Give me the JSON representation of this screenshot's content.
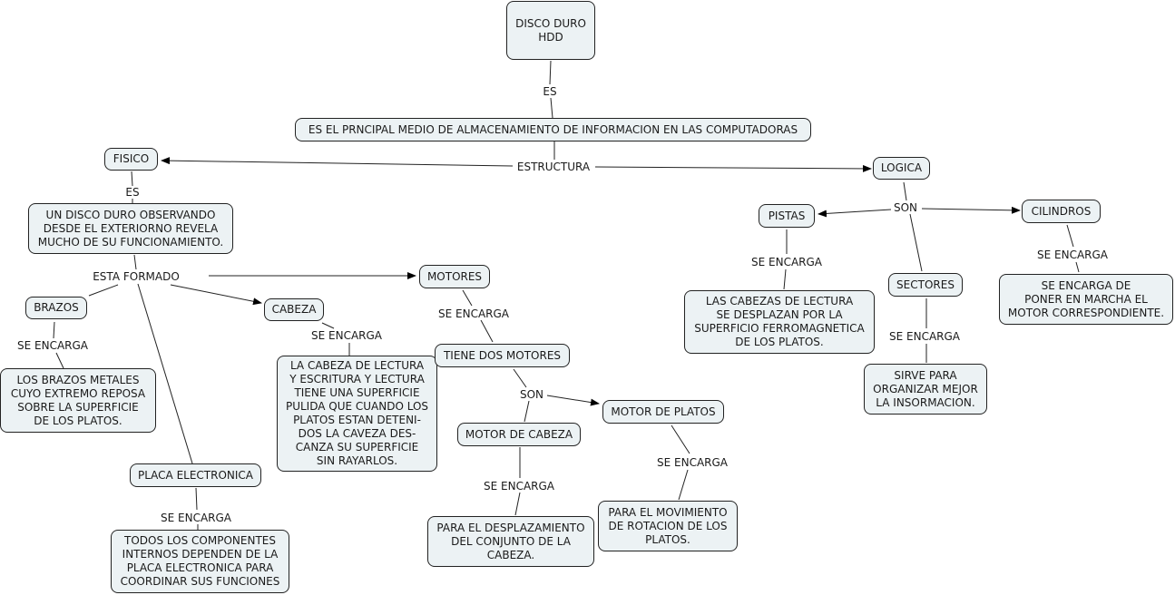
{
  "concepts": {
    "hdd": "DISCO DURO\nHDD",
    "def": "ES EL PRNCIPAL MEDIO DE ALMACENAMIENTO DE INFORMACION EN LAS COMPUTADORAS",
    "fisico": "FISICO",
    "logica": "LOGICA",
    "exterior": "UN DISCO DURO OBSERVANDO\nDESDE EL EXTERIORNO REVELA\nMUCHO DE SU FUNCIONAMIENTO.",
    "brazos": "BRAZOS",
    "brazos_desc": "LOS BRAZOS METALES\nCUYO EXTREMO REPOSA\nSOBRE LA SUPERFICIE\nDE LOS PLATOS.",
    "cabeza": "CABEZA",
    "cabeza_desc": "LA CABEZA DE LECTURA\nY ESCRITURA Y LECTURA\nTIENE UNA SUPERFICIE\nPULIDA QUE CUANDO LOS\nPLATOS ESTAN DETENI-\nDOS LA CAVEZA DES-\nCANZA SU SUPERFICIE\nSIN RAYARLOS.",
    "motores": "MOTORES",
    "dos_motores": "TIENE DOS MOTORES",
    "motor_cabeza": "MOTOR DE CABEZA",
    "motor_cabeza_desc": "PARA EL DESPLAZAMIENTO\nDEL  CONJUNTO DE LA\nCABEZA.",
    "motor_platos": "MOTOR DE PLATOS",
    "motor_platos_desc": "PARA EL MOVIMIENTO\nDE ROTACION DE LOS\nPLATOS.",
    "placa": "PLACA ELECTRONICA",
    "placa_desc": "TODOS LOS COMPONENTES\nINTERNOS DEPENDEN DE LA\nPLACA ELECTRONICA PARA\nCOORDINAR SUS FUNCIONES",
    "pistas": "PISTAS",
    "pistas_desc": "LAS CABEZAS DE LECTURA\nSE DESPLAZAN  POR LA\nSUPERFICIO FERROMAGNETICA\nDE LOS PLATOS.",
    "sectores": "SECTORES",
    "sectores_desc": "SIRVE PARA\nORGANIZAR MEJOR\nLA INSORMACION.",
    "cilindros": "CILINDROS",
    "cilindros_desc": "SE ENCARGA DE\nPONER EN MARCHA EL\nMOTOR CORRESPONDIENTE."
  },
  "links": {
    "es1": "ES",
    "estructura": "ESTRUCTURA",
    "es2": "ES",
    "esta_formado": "ESTA FORMADO",
    "se_encarga_brazos": "SE ENCARGA",
    "se_encarga_cabeza": "SE ENCARGA",
    "se_encarga_motores": "SE ENCARGA",
    "son_motores": "SON",
    "se_encarga_mcabeza": "SE ENCARGA",
    "se_encarga_mplatos": "SE ENCARGA",
    "se_encarga_placa": "SE ENCARGA",
    "son_logica": "SON",
    "se_encarga_pistas": "SE ENCARGA",
    "se_encarga_sectores": "SE ENCARGA",
    "se_encarga_cilindros": "SE ENCARGA"
  },
  "colors": {
    "node_fill": "#ecf2f4",
    "stroke": "#222222"
  }
}
